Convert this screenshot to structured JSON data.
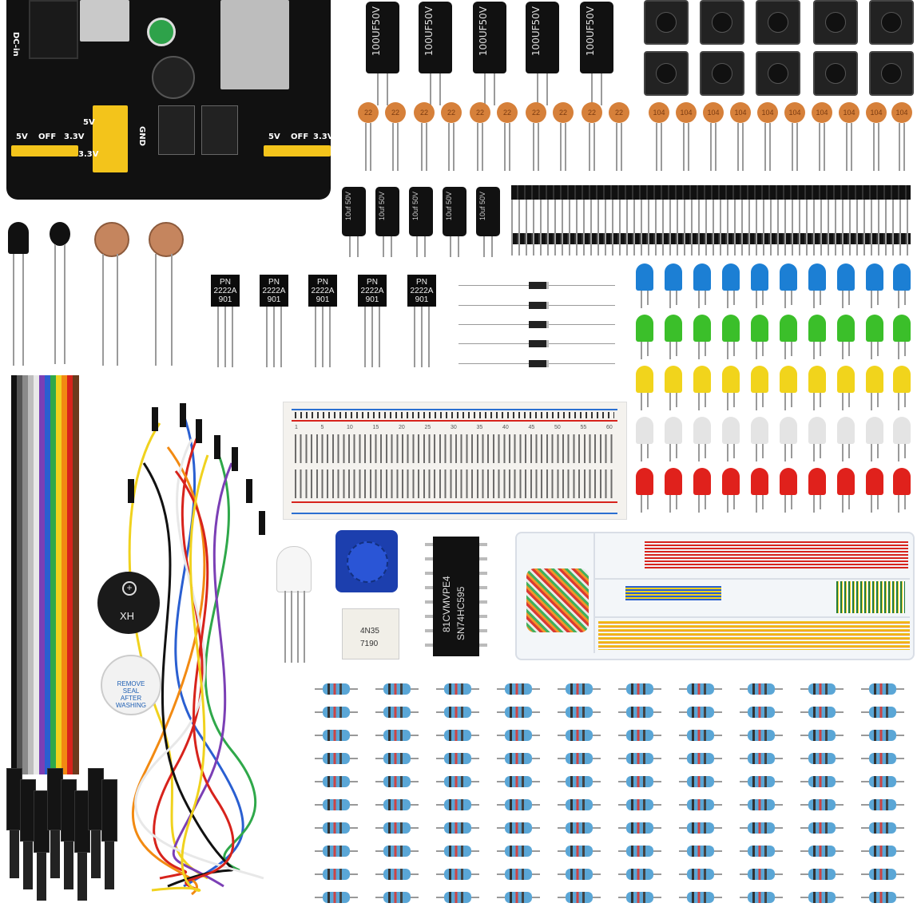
{
  "power_module": {
    "dc_in": "DC-in",
    "left_5v": "5V",
    "left_off": "OFF",
    "left_33v": "3.3V",
    "mid_5v": "5V",
    "mid_33v": "3.3V",
    "gnd": "GND",
    "right_5v": "5V",
    "right_off": "OFF",
    "right_33v": "3.3V"
  },
  "capacitor_label": "100UF50V",
  "small_cap_label": "10uf 50V",
  "ceramic_left": "22",
  "ceramic_right": "104",
  "transistor": {
    "line1": "PN",
    "line2": "2222A",
    "line3": "901"
  },
  "buzzer": {
    "label": "XH"
  },
  "buzzer_seal": {
    "line1": "REMOVE",
    "line2": "SEAL",
    "line3": "AFTER",
    "line4": "WASHING"
  },
  "optocoupler": {
    "line1": "4N35",
    "line2": "7190"
  },
  "ic": {
    "line1": "81CVMVPE4",
    "line2": "SN74HC595"
  },
  "breadboard_numbers": [
    "1",
    "5",
    "10",
    "15",
    "20",
    "25",
    "30",
    "35",
    "40",
    "45",
    "50",
    "55",
    "60"
  ],
  "colors": {
    "led": [
      "#1c7fd4",
      "#3bbf2a",
      "#f1d41c",
      "#e4e4e4",
      "#e0211c"
    ],
    "ribbon": [
      "#111",
      "#555",
      "#8a8a8a",
      "#bdbdbd",
      "#e8e8e8",
      "#7b3fb5",
      "#2a5fd1",
      "#2fa84a",
      "#f0d21e",
      "#f28a12",
      "#d7231c",
      "#6b3a1d"
    ]
  }
}
